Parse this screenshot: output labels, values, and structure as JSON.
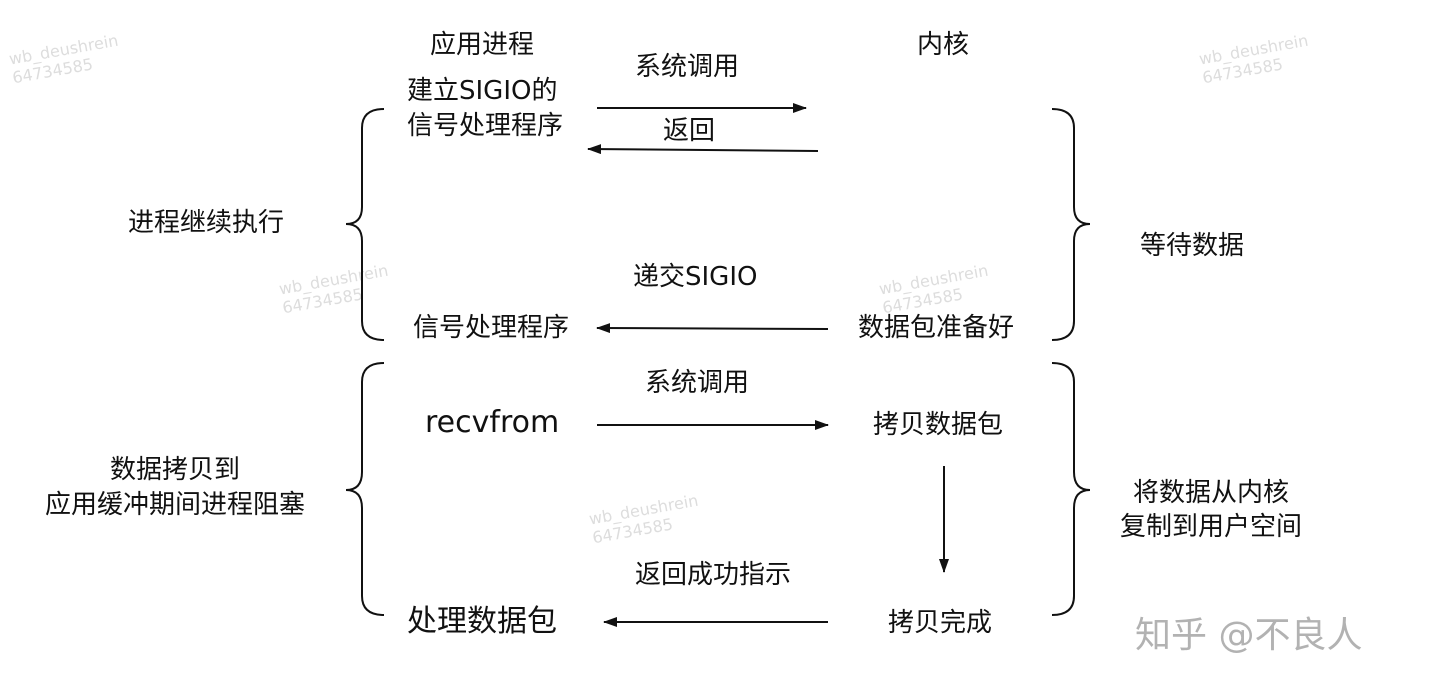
{
  "headers": {
    "app_process": "应用进程",
    "kernel": "内核"
  },
  "phase1": {
    "left_label": "进程继续执行",
    "right_label": "等待数据",
    "setup_line1": "建立SIGIO的",
    "setup_line2": "信号处理程序",
    "syscall": "系统调用",
    "return": "返回",
    "deliver": "递交SIGIO",
    "handler": "信号处理程序",
    "packet_ready": "数据包准备好"
  },
  "phase2": {
    "left_label_line1": "数据拷贝到",
    "left_label_line2": "应用缓冲期间进程阻塞",
    "right_label_line1": "将数据从内核",
    "right_label_line2": "复制到用户空间",
    "syscall": "系统调用",
    "recvfrom": "recvfrom",
    "copy_packet": "拷贝数据包",
    "return_success": "返回成功指示",
    "process_packet": "处理数据包",
    "copy_done": "拷贝完成"
  },
  "watermarks": {
    "zhihu": "知乎 @不良人",
    "faint_line1": "wb_deushrein",
    "faint_line2": "64734585"
  },
  "colors": {
    "line": "#111111",
    "text": "#111111",
    "watermark": "#aaaaaa"
  }
}
